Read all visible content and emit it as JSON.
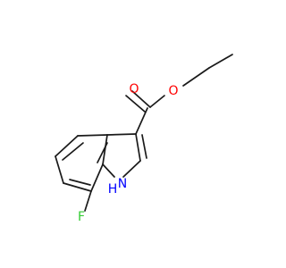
{
  "molecule": {
    "atoms": [
      {
        "id": "O_carbonyl",
        "label": "O",
        "color": "#ff0000"
      },
      {
        "id": "O_ester",
        "label": "O",
        "color": "#ff0000"
      },
      {
        "id": "F",
        "label": "F",
        "color": "#33cc33"
      },
      {
        "id": "N",
        "label": "N",
        "color": "#0000ff"
      },
      {
        "id": "H_on_N",
        "label": "H",
        "color": "#0000ff"
      }
    ]
  },
  "colors": {
    "bond": "#1a1a1a",
    "oxygen": "#ff0000",
    "fluorine": "#33cc33",
    "nitrogen": "#0000ff",
    "background": "#ffffff"
  }
}
